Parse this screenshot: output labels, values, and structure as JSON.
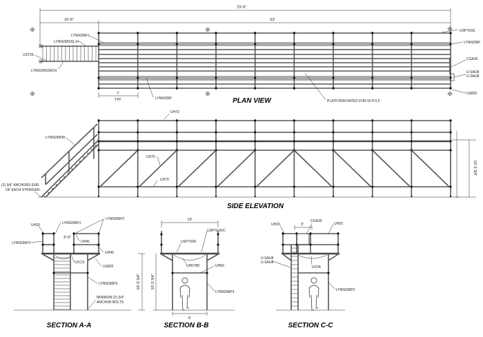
{
  "plan_view": {
    "title": "PLAN VIEW",
    "overall_dim": "73'-5\"",
    "stair_dim": "10'-5\"",
    "platform_dim": "63'",
    "bay_dim": "7'",
    "bay_dim_note": "TYP.",
    "labels": {
      "lynn296f1": "LYNN296F1",
      "lynn296ssl14": "LYNN296SSL14",
      "ust26": "UST26",
      "lynn296ssr14": "LYNN296SSR14",
      "lynn296f_bottom": "LYNN296F",
      "usp700g": "USP700G",
      "lynn296f_right": "LYNN296F",
      "cga30": "CGA30",
      "u_sau8_1": "U-SAU8",
      "u_sau8_2": "U-SAU8",
      "us820": "US820",
      "platform_rating": "PLATFORM RATED FOR 50 P.S.F."
    }
  },
  "side_elevation": {
    "title": "SIDE ELEVATION",
    "height_dim": "10'-3 3/4\"",
    "labels": {
      "uh70_top": "UH70",
      "lynn296hr": "LYNN296HR",
      "ud70": "UD70",
      "uh70_bottom": "UH70",
      "anchors_1": "(2) 3/4\" ANCHORS END",
      "anchors_2": "OF EACH STRINGER"
    }
  },
  "section_a": {
    "title": "SECTION A-A",
    "width_dim": "3'-6\"",
    "height_dim": "10'-3 3/4\"",
    "labels": {
      "uh20": "UH20",
      "lynn296p1": "LYNN296P1",
      "lynn296p2_right": "LYNN296P2",
      "lynn296p2_left": "LYNN296P2",
      "uh46_1": "UH46",
      "uh46_2": "UH46",
      "uccs": "UCCS",
      "us820": "US820",
      "lynn296p3": "LYNN296P3",
      "anchor_1": "MINIMUM (2) 3/4\"",
      "anchor_2": "ANCHOR BOLTS"
    }
  },
  "section_b": {
    "title": "SECTION B-B",
    "width_dim": "10'",
    "leg_dim": "6'",
    "height_dim": "10'-3 3/4\"",
    "labels": {
      "usp70_60c": "USP70-60C",
      "usp700g": "USP700G",
      "uhd780": "UHD780",
      "uh60": "UH60",
      "lynn296p3": "LYNN296P3"
    }
  },
  "section_c": {
    "title": "SECTION C-C",
    "width_dim": "3'",
    "labels": {
      "uh20": "UH20",
      "cga30": "CGA30",
      "uh50": "UH50",
      "u_sau8_1": "U-SAU8",
      "u_sau8_2": "U-SAU8",
      "usta": "USTA",
      "lynn296p3": "LYNN296P3"
    }
  }
}
